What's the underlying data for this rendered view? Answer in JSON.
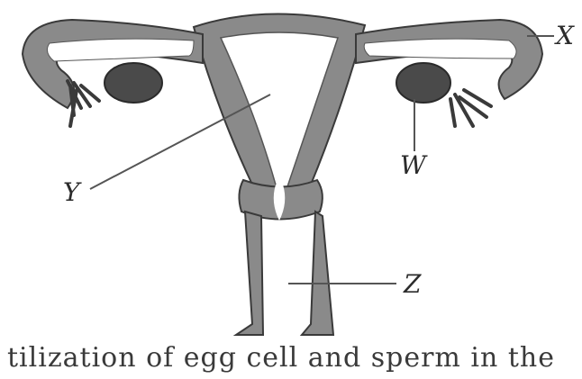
{
  "labels": {
    "x": "X",
    "y": "Y",
    "w": "W",
    "z": "Z"
  },
  "caption_text": "tilization of egg cell and sperm in the",
  "colors": {
    "tissue": "#8a8a8a",
    "tissue_dark": "#5a5a5a",
    "outline": "#3a3a3a",
    "ovary": "#4a4a4a",
    "cavity": "#ffffff",
    "label_line": "#555555"
  }
}
